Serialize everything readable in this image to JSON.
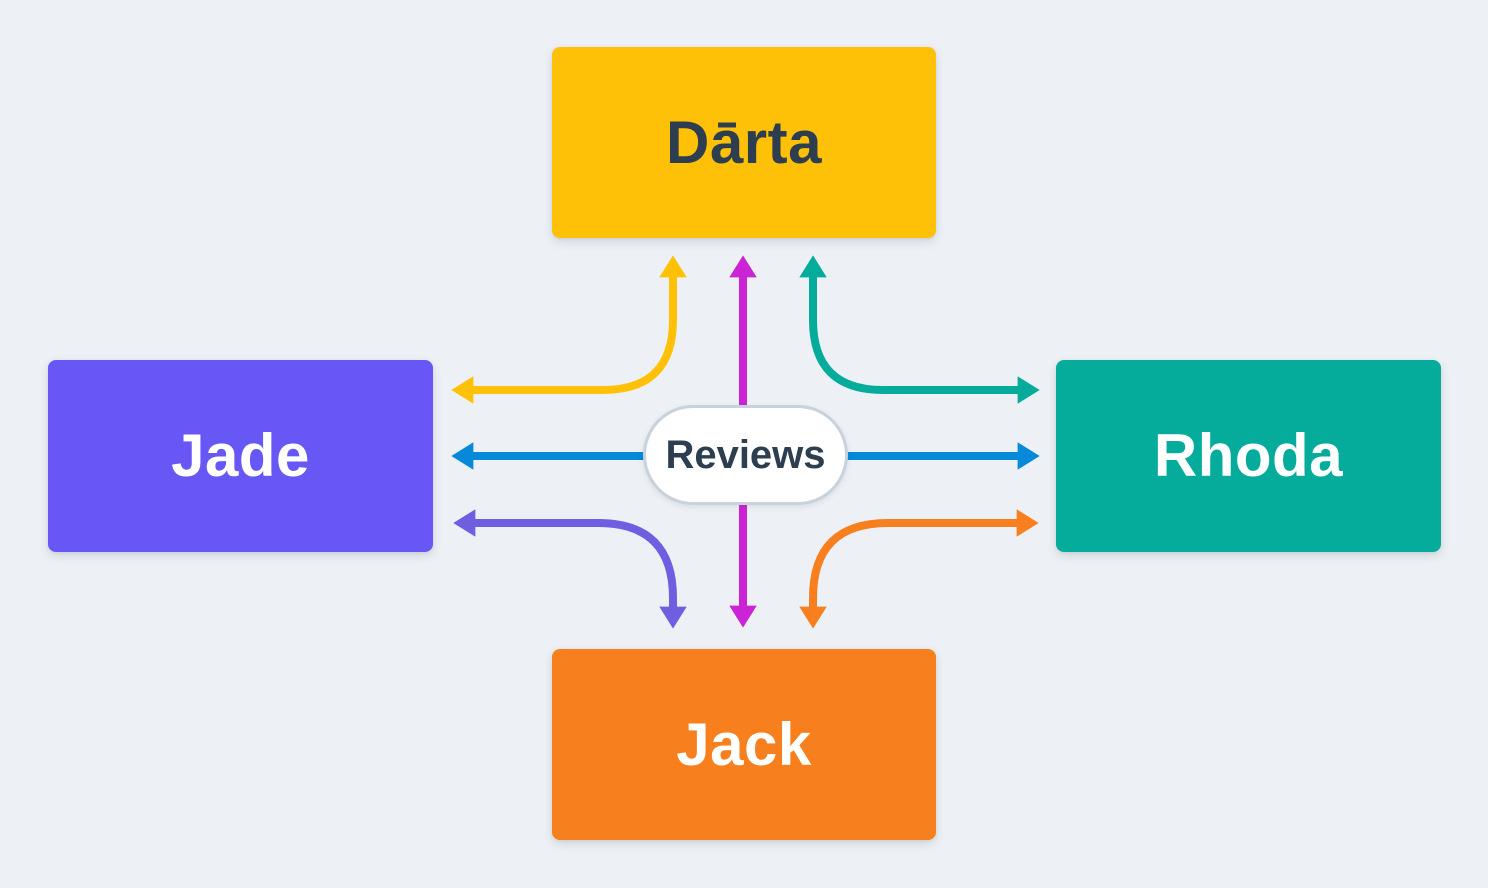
{
  "diagram": {
    "background_color": "#EDF1F5",
    "nodes": [
      {
        "id": "darta",
        "label": "Dārta",
        "color": "#FFC107",
        "text_color": "#2C3E50"
      },
      {
        "id": "jade",
        "label": "Jade",
        "color": "#6757F4",
        "text_color": "#FFFFFF"
      },
      {
        "id": "rhoda",
        "label": "Rhoda",
        "color": "#06AC9B",
        "text_color": "#FFFFFF"
      },
      {
        "id": "jack",
        "label": "Jack",
        "color": "#F77F1E",
        "text_color": "#FFFFFF"
      }
    ],
    "center_label": {
      "text": "Reviews",
      "background": "#FFFFFF",
      "border_color": "#C7D2DC",
      "text_color": "#2C3E50"
    },
    "edges": [
      {
        "between": [
          "Dārta",
          "Jade"
        ],
        "color": "#FFC107",
        "bidirectional": true
      },
      {
        "between": [
          "Dārta",
          "Jack"
        ],
        "color": "#CB24D4",
        "bidirectional": true
      },
      {
        "between": [
          "Dārta",
          "Rhoda"
        ],
        "color": "#06AC9B",
        "bidirectional": true
      },
      {
        "between": [
          "Jade",
          "Rhoda"
        ],
        "color": "#0689D8",
        "bidirectional": true
      },
      {
        "between": [
          "Jade",
          "Jack"
        ],
        "color": "#6E5FE0",
        "bidirectional": true
      },
      {
        "between": [
          "Jack",
          "Rhoda"
        ],
        "color": "#F77F1E",
        "bidirectional": true
      }
    ]
  }
}
